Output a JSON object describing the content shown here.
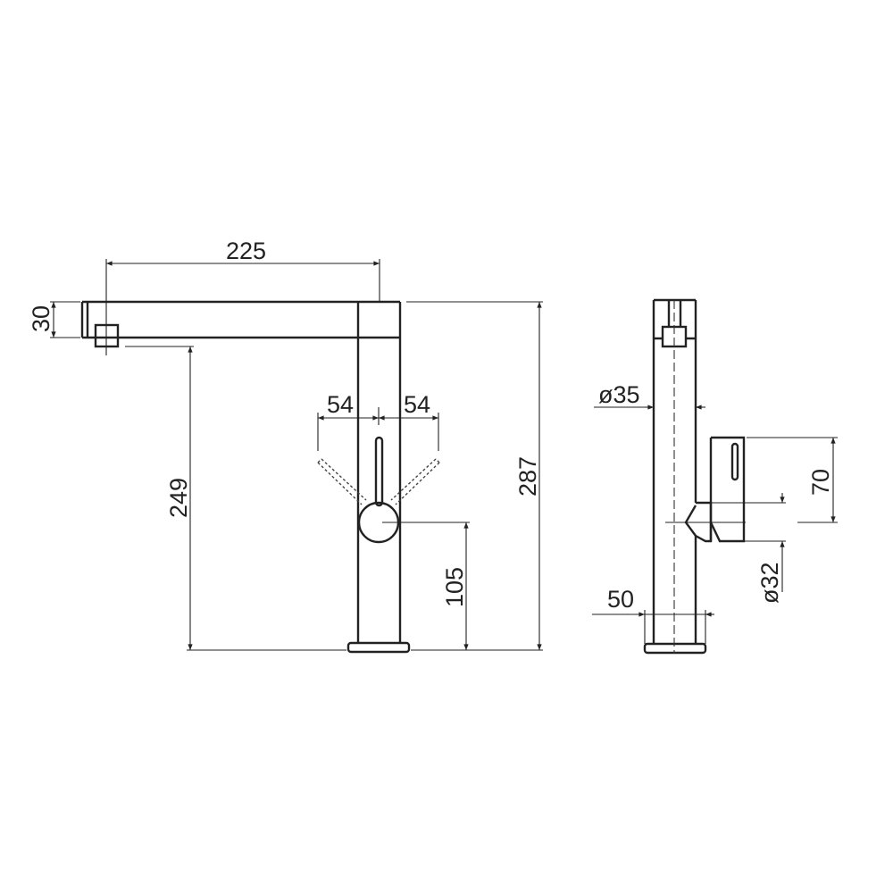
{
  "drawing": {
    "front_view": {
      "spout_reach": "225",
      "spout_height": "30",
      "outlet_height": "249",
      "lever_angle_left": "54",
      "lever_angle_right": "54",
      "lever_height": "105",
      "total_height": "287"
    },
    "side_view": {
      "body_diameter": "ø35",
      "handle_height": "70",
      "handle_diameter": "ø32",
      "base_diameter": "50"
    },
    "colors": {
      "line": "#222222",
      "background": "#ffffff"
    }
  }
}
